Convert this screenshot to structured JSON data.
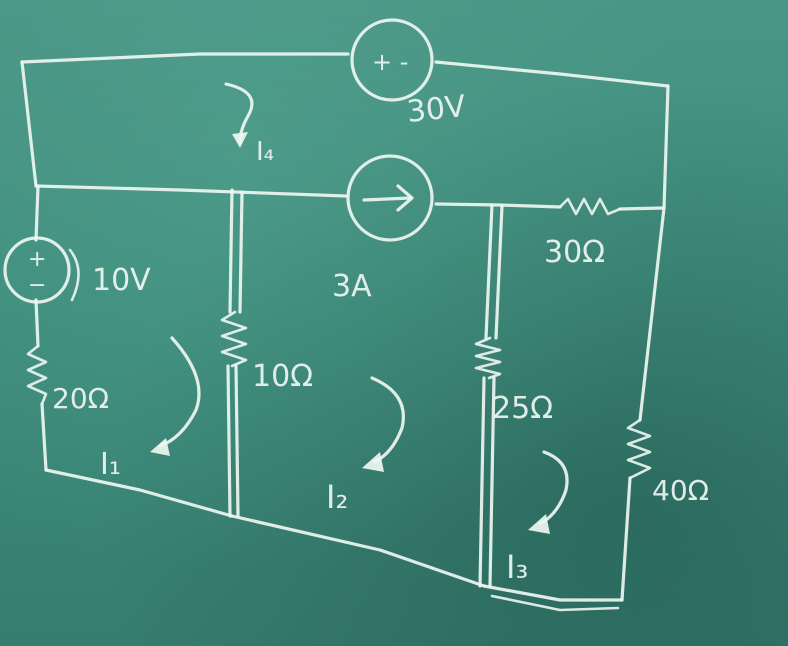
{
  "labels": {
    "v30": "30V",
    "v10": "10V",
    "a3": "3A",
    "r30": "30Ω",
    "r20": "20Ω",
    "r10": "10Ω",
    "r25": "25Ω",
    "r40": "40Ω",
    "i1": "I₁",
    "i2": "I₂",
    "i3": "I₃",
    "i4": "I₄",
    "plus_minus_top": "+ -",
    "plus_left": "+",
    "minus_left": "−"
  },
  "colors": {
    "board": "#3f8f80",
    "chalk": "#eef6f1"
  }
}
